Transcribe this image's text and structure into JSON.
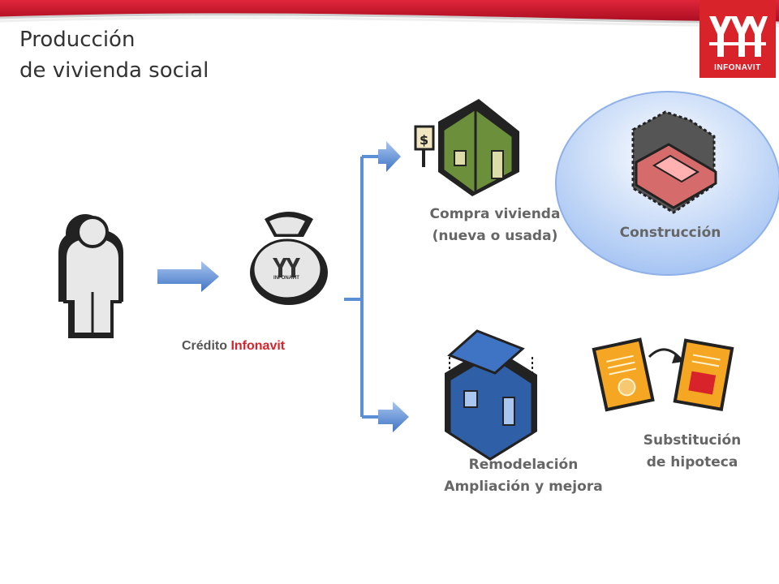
{
  "title": {
    "line1": "Producción",
    "line2": "de vivienda social"
  },
  "logo": {
    "text": "INFONAVIT"
  },
  "bag": {
    "text": "INFONAVIT"
  },
  "credit_label": {
    "prefix": "Crédito",
    "brand": "Infonavit"
  },
  "options": {
    "buy": {
      "line1": "Compra vivienda",
      "line2": "(nueva o usada)"
    },
    "build": {
      "label": "Construcción"
    },
    "remodel": {
      "line1": "Remodelación",
      "line2": "Ampliación y mejora"
    },
    "mortgage": {
      "line1": "Substitución",
      "line2": "de hipoteca"
    }
  },
  "colors": {
    "banner_red": "#c8102e",
    "brand_red": "#d8232a",
    "arrow_blue": "#5b8fd6",
    "house_green": "#6b8f3a",
    "house_blue": "#2f5fa6",
    "doc_orange": "#f5a623"
  }
}
